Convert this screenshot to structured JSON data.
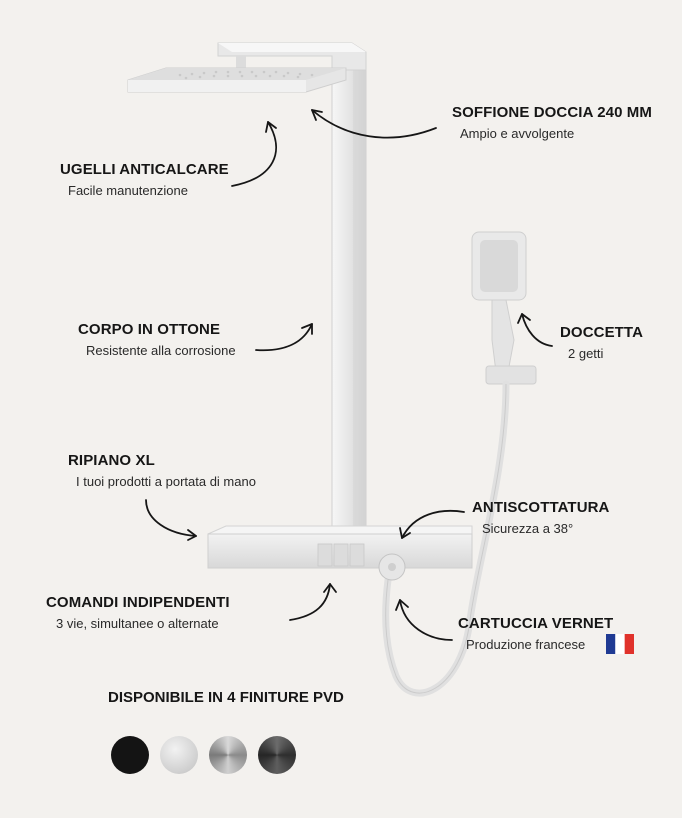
{
  "features": {
    "soffione": {
      "title": "SOFFIONE DOCCIA 240 MM",
      "subtitle": "Ampio e avvolgente"
    },
    "ugelli": {
      "title": "UGELLI ANTICALCARE",
      "subtitle": "Facile manutenzione"
    },
    "corpo": {
      "title": "CORPO IN OTTONE",
      "subtitle": "Resistente alla corrosione"
    },
    "doccetta": {
      "title": "DOCCETTA",
      "subtitle": "2 getti"
    },
    "ripiano": {
      "title": "RIPIANO XL",
      "subtitle": "I tuoi prodotti a portata di mano"
    },
    "antiscottatura": {
      "title": "ANTISCOTTATURA",
      "subtitle": "Sicurezza a 38°"
    },
    "comandi": {
      "title": "COMANDI INDIPENDENTI",
      "subtitle": "3 vie, simultanee o alternate"
    },
    "cartuccia": {
      "title": "CARTUCCIA VERNET",
      "subtitle": "Produzione francese"
    }
  },
  "finishes": {
    "title": "DISPONIBILE IN 4 FINITURE PVD",
    "swatches": [
      {
        "name": "black",
        "color": "#141414"
      },
      {
        "name": "white",
        "color": "#dcdcdc"
      },
      {
        "name": "brushed-steel",
        "color": "#9c9c9c"
      },
      {
        "name": "gun-metal",
        "color": "#4a4a4a"
      }
    ]
  },
  "colors": {
    "background": "#f3f1ee",
    "text": "#161616",
    "product": "#e2e2e2",
    "flag_blue": "#1f3a93",
    "flag_red": "#e0322b"
  },
  "icons": [
    "shower-column-illustration",
    "arrow-icon",
    "france-flag-icon"
  ]
}
